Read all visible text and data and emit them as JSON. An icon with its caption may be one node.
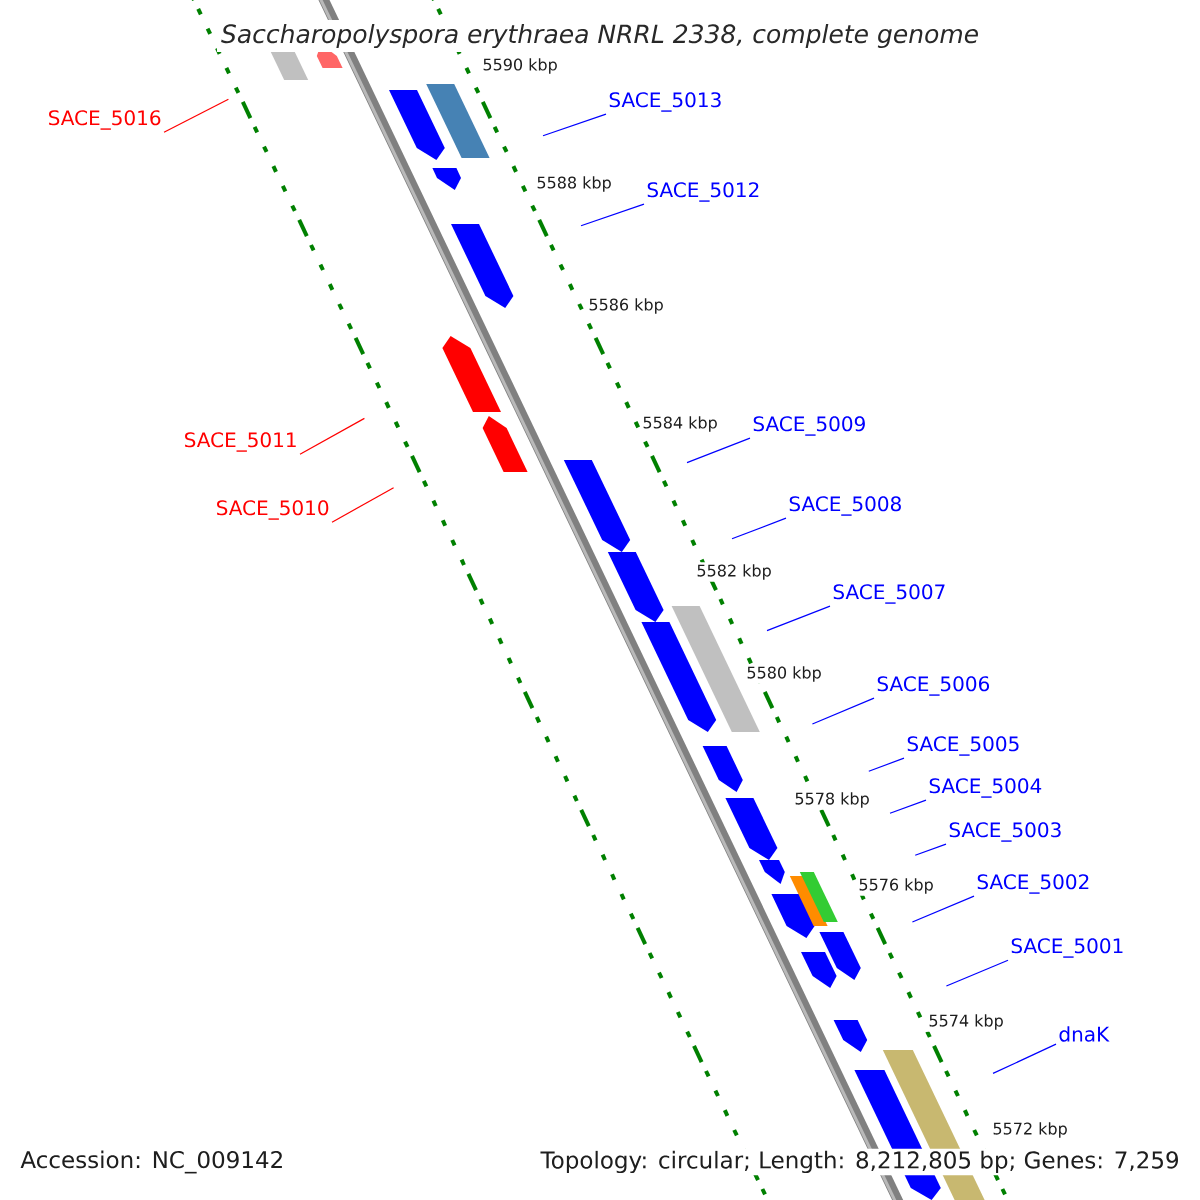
{
  "diagram": {
    "title": "Saccharopolyspora erythraea NRRL 2338, complete genome",
    "nodes": [
      {
        "text": [
          "SACE_5013"
        ]
      },
      {
        "text": [
          "SACE_5012"
        ]
      },
      {
        "text": [
          "SACE_5016"
        ]
      },
      {
        "text": [
          "SACE_5011"
        ]
      },
      {
        "text": [
          "SACE_5010"
        ]
      },
      {
        "text": [
          "SACE_5009"
        ]
      },
      {
        "text": [
          "SACE_5008"
        ]
      },
      {
        "text": [
          "SACE_5007"
        ]
      },
      {
        "text": [
          "SACE_5006"
        ]
      },
      {
        "text": [
          "SACE_5005"
        ]
      },
      {
        "text": [
          "SACE_5004"
        ]
      },
      {
        "text": [
          "SACE_5003"
        ]
      },
      {
        "text": [
          "SACE_5002"
        ]
      },
      {
        "text": [
          "SACE_5001"
        ]
      },
      {
        "text": [
          "dnaK"
        ]
      }
    ],
    "edges": [
      {
        "from": 0,
        "to": null,
        "arrow": "none"
      },
      {
        "from": 1,
        "to": null,
        "arrow": "none"
      },
      {
        "from": 2,
        "to": null,
        "arrow": "none",
        "color": "#ff0000"
      },
      {
        "from": 3,
        "to": null,
        "arrow": "none",
        "color": "#ff0000"
      },
      {
        "from": 4,
        "to": null,
        "arrow": "none",
        "color": "#ff0000"
      },
      {
        "from": 5,
        "to": null,
        "arrow": "none"
      },
      {
        "from": 6,
        "to": null,
        "arrow": "none"
      },
      {
        "from": 7,
        "to": null,
        "arrow": "none"
      },
      {
        "from": 8,
        "to": null,
        "arrow": "none"
      },
      {
        "from": 9,
        "to": null,
        "arrow": "none"
      },
      {
        "from": 10,
        "to": null,
        "arrow": "none"
      },
      {
        "from": 11,
        "to": null,
        "arrow": "none"
      },
      {
        "from": 12,
        "to": null,
        "arrow": "none"
      },
      {
        "from": 13,
        "to": null,
        "arrow": "none"
      },
      {
        "from": 14,
        "to": null,
        "arrow": "none"
      }
    ],
    "labels": [
      "5590 kbp",
      "5588 kbp",
      "5586 kbp",
      "5584 kbp",
      "5582 kbp",
      "5580 kbp",
      "5578 kbp",
      "5576 kbp",
      "5574 kbp",
      "5572 kbp",
      "Accession: NC_009142",
      "Topology: circular; Length: 8,212,805 bp; Genes: 7,259"
    ]
  }
}
